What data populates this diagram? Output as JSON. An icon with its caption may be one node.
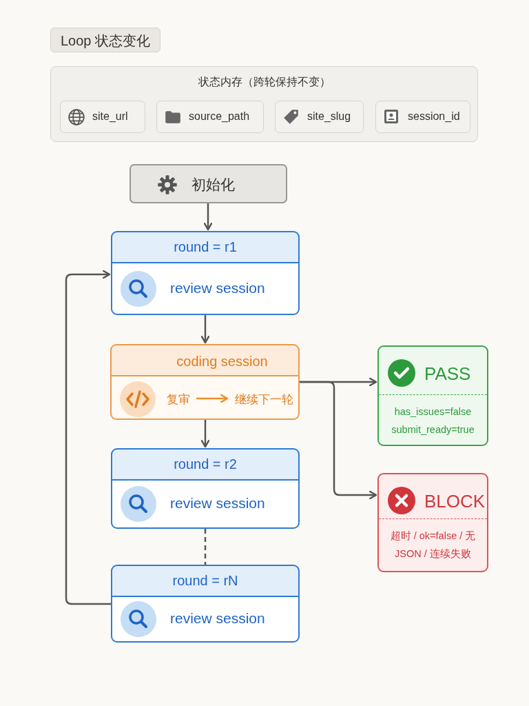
{
  "diagram": {
    "title": "Loop 状态变化",
    "nodes": [
      {
        "text": [
          "状态内存（跨轮保持不变）"
        ]
      },
      {
        "text": [
          "site_url"
        ],
        "in": 0
      },
      {
        "text": [
          "source_path"
        ],
        "in": 0
      },
      {
        "text": [
          "site_slug"
        ],
        "in": 0
      },
      {
        "text": [
          "session_id"
        ],
        "in": 0
      },
      {
        "text": [
          "初始化"
        ]
      },
      {
        "text": [
          "round = r1",
          "review session"
        ]
      },
      {
        "text": [
          "coding session"
        ]
      },
      {
        "text": [
          "复审"
        ],
        "in": 7
      },
      {
        "text": [
          "继续下一轮"
        ],
        "in": 7
      },
      {
        "text": [
          "round = r2",
          "review session"
        ]
      },
      {
        "text": [
          "round = rN",
          "review session"
        ]
      },
      {
        "text": [
          "PASS",
          "has_issues=false submit_ready=true"
        ]
      },
      {
        "text": [
          "BLOCK",
          "超时 / ok=false / 无 JSON / 连续失败"
        ]
      }
    ],
    "edges": [
      {
        "from": 5,
        "to": 6,
        "arrow": "to"
      },
      {
        "from": 6,
        "to": 7,
        "arrow": "to"
      },
      {
        "from": 7,
        "to": 10,
        "arrow": "to"
      },
      {
        "from": 10,
        "to": 11,
        "arrow": "none",
        "style": "dashed"
      },
      {
        "from": 11,
        "to": 6,
        "arrow": "to"
      },
      {
        "from": 7,
        "to": 12,
        "arrow": "to"
      },
      {
        "from": 7,
        "to": 13,
        "arrow": "to"
      },
      {
        "from": 8,
        "to": 9,
        "arrow": "to",
        "color": "#e8922a"
      }
    ]
  }
}
